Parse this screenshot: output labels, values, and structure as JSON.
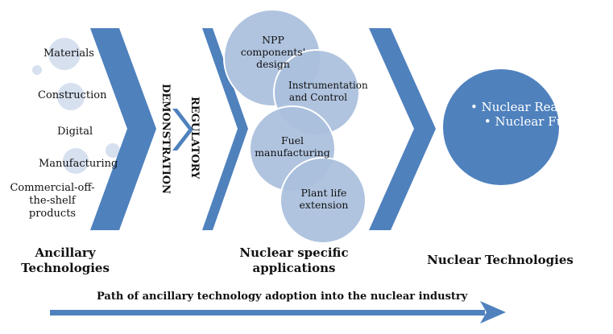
{
  "colors": {
    "chevron": "#4f81bd",
    "bubble_fill": "#d6e0ef",
    "circle_fill": "#a9bfdc",
    "circle_stroke": "#ffffff",
    "nuclear_circle": "#4f81bd",
    "arrow": "#4f81bd"
  },
  "ancillary": {
    "items": [
      "Materials",
      "Construction",
      "Digital",
      "Manufacturing"
    ],
    "cots": "Commercial-off-the-shelf products",
    "heading": "Ancillary Technologies"
  },
  "gates": {
    "demonstration": "DEMONSTRATION",
    "regulatory": "REGULATORY"
  },
  "nuclear_specific": {
    "circles": [
      "NPP components' design",
      "Instrumentation and Control",
      "Fuel manufacturing",
      "Plant life extension"
    ],
    "heading": "Nuclear specific applications"
  },
  "nuclear_tech": {
    "bullets": [
      "Nuclear Reactors",
      "Nuclear Fuel"
    ],
    "heading": "Nuclear Technologies"
  },
  "path": {
    "label": "Path of ancillary technology adoption into the nuclear industry"
  }
}
